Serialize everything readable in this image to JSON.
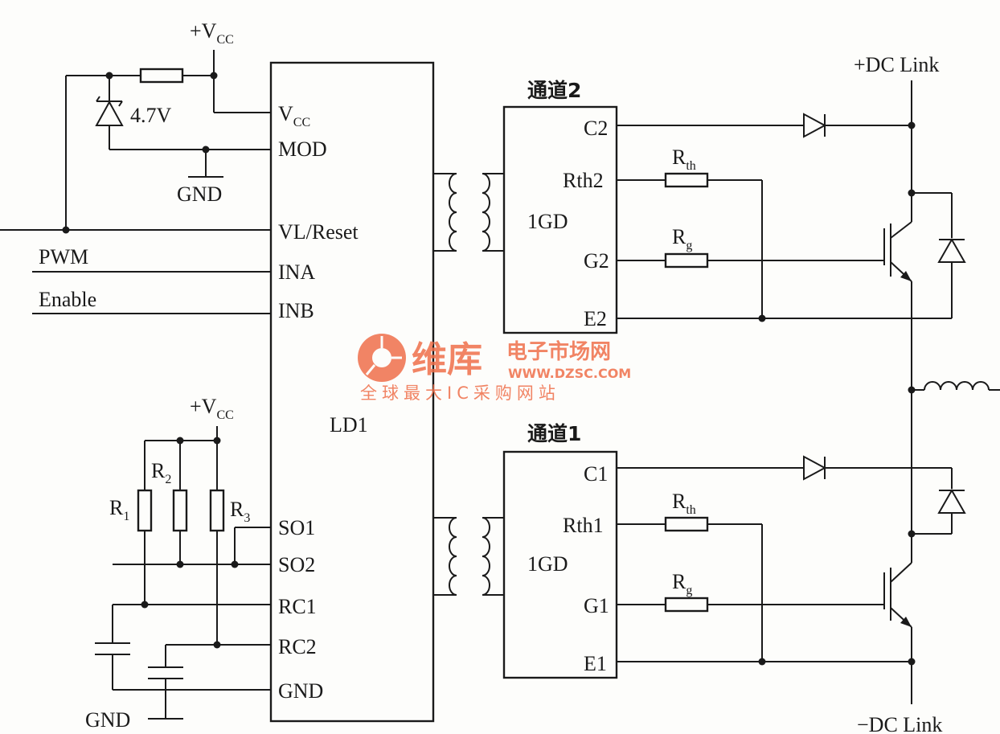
{
  "supply": {
    "plus": "+V",
    "sub": "CC"
  },
  "zener_label": "4.7V",
  "gnd_label": "GND",
  "inputs": {
    "pwm": "PWM",
    "enable": "Enable"
  },
  "resistor_labels": {
    "r1": "R",
    "r1_sub": "1",
    "r2": "R",
    "r2_sub": "2",
    "r3": "R",
    "r3_sub": "3"
  },
  "ld1": {
    "name": "LD1",
    "pins_left": [
      {
        "name": "V",
        "sub": "CC"
      },
      {
        "name": "MOD"
      },
      {
        "name": "VL/Reset"
      },
      {
        "name": "INA"
      },
      {
        "name": "INB"
      },
      {
        "name": "SO1"
      },
      {
        "name": "SO2"
      },
      {
        "name": "RC1"
      },
      {
        "name": "RC2"
      },
      {
        "name": "GND"
      }
    ]
  },
  "channel2": {
    "title": "通道2",
    "module": "1GD",
    "pins": [
      "C2",
      "Rth2",
      "G2",
      "E2"
    ]
  },
  "channel1": {
    "title": "通道1",
    "module": "1GD",
    "pins": [
      "C1",
      "Rth1",
      "G1",
      "E1"
    ]
  },
  "gate_resistors": {
    "rth": "R",
    "rth_sub": "th",
    "rg": "R",
    "rg_sub": "g"
  },
  "dc_link": {
    "plus": "+DC Link",
    "minus": "−DC Link"
  },
  "watermark": {
    "brand": "维库",
    "tagline": "电子市场网",
    "url": "WWW.DZSC.COM",
    "slogan": "全球最大IC采购网站"
  }
}
